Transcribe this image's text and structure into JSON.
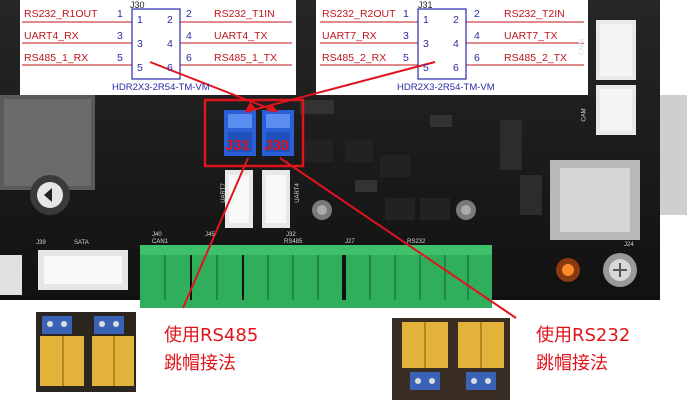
{
  "schematic_left": {
    "ref": "J30",
    "part": "HDR2X3-2R54-TM-VM",
    "pins": [
      "1",
      "2",
      "3",
      "4",
      "5",
      "6"
    ],
    "left_nets": [
      "RS232_R1OUT",
      "UART4_RX",
      "RS485_1_RX"
    ],
    "right_nets": [
      "RS232_T1IN",
      "UART4_TX",
      "RS485_1_TX"
    ]
  },
  "schematic_right": {
    "ref": "J31",
    "part": "HDR2X3-2R54-TM-VM",
    "pins": [
      "1",
      "2",
      "3",
      "4",
      "5",
      "6"
    ],
    "left_nets": [
      "RS232_R2OUT",
      "UART7_RX",
      "RS485_2_RX"
    ],
    "right_nets": [
      "RS232_T2IN",
      "UART7_TX",
      "RS485_2_TX"
    ]
  },
  "board": {
    "jumper_labels": [
      "J31",
      "J30"
    ],
    "silk": {
      "j39": "J39",
      "sata": "SATA",
      "j40": "J40",
      "can1": "CAN1",
      "j45": "J45",
      "uart7": "UART7",
      "uart4": "UART4",
      "j32": "J32",
      "rs485": "RS485",
      "j27": "J27",
      "rs232": "RS232",
      "j24": "J24",
      "cam4": "CAM4",
      "cam": "CAM"
    }
  },
  "captions": {
    "rs485": [
      "使用RS485",
      "跳帽接法"
    ],
    "rs232": [
      "使用RS232",
      "跳帽接法"
    ]
  },
  "colors": {
    "annotation": "#e0141c",
    "pin_blue": "#2a2aa8",
    "terminal_green": "#2fae5c",
    "pcb": "#161616"
  }
}
